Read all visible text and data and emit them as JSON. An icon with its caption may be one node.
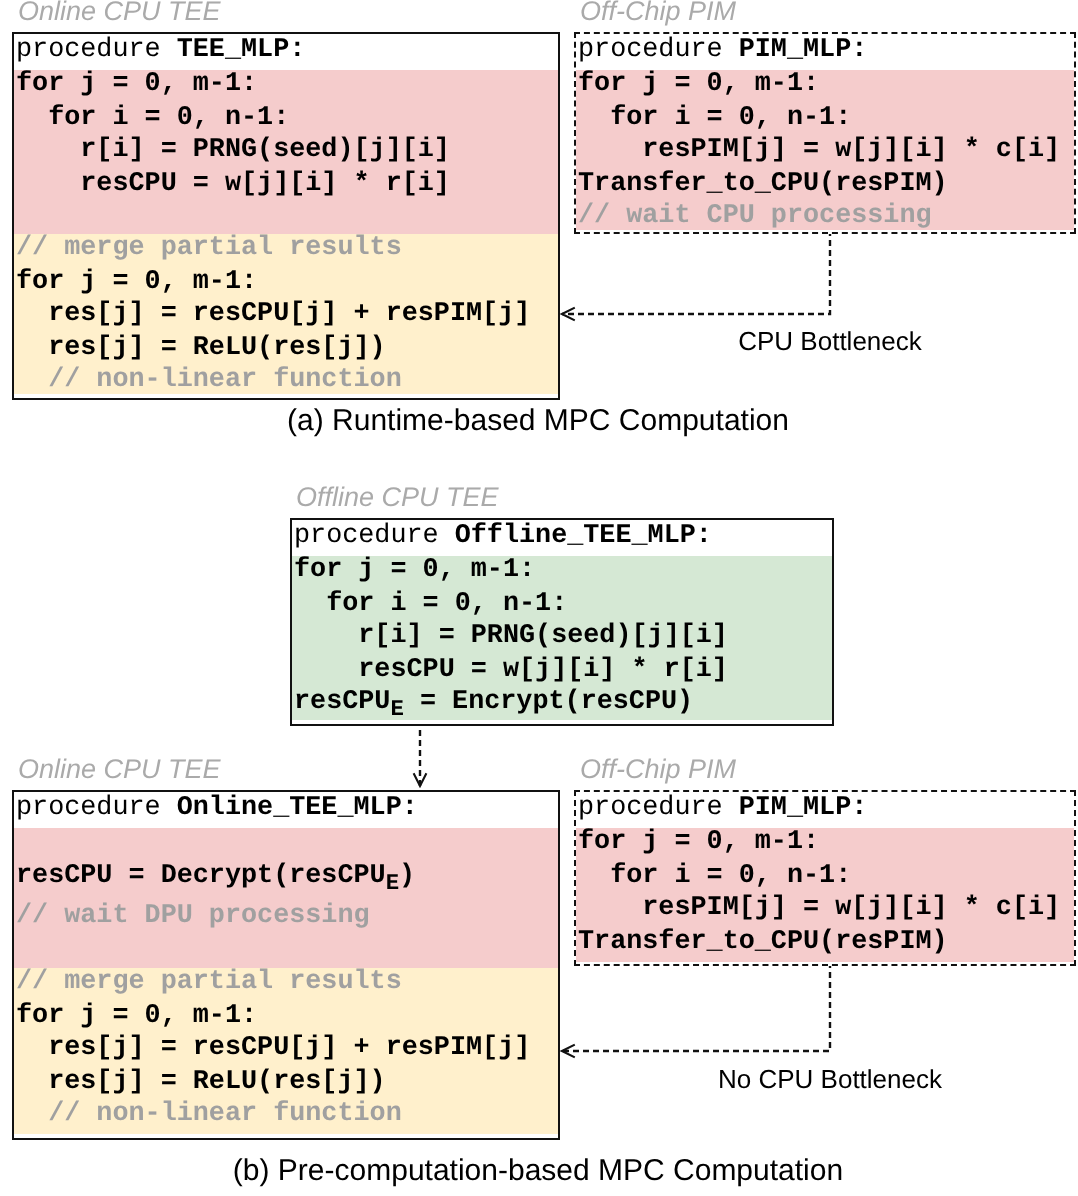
{
  "diagram": {
    "nodes": [
      {
        "text": [
          "Online CPU TEE",
          "procedure **TEE_MLP:**"
        ]
      },
      {
        "text": [
          "for j = 0, m-1:",
          "  for i = 0, n-1:",
          "    r[i] = PRNG(seed)[j][i]",
          "    resCPU = w[j][i] * r[i]"
        ],
        "in": 0
      },
      {
        "text": [
          "// merge partial results",
          "for j = 0, m-1:",
          "  res[j] = resCPU[j] + resPIM[j]",
          "  res[j] = ReLU(res[j])",
          "  // non-linear function"
        ],
        "in": 0
      },
      {
        "text": [
          "Off-Chip PIM",
          "procedure **PIM_MLP:**"
        ]
      },
      {
        "text": [
          "for j = 0, m-1:",
          "  for i = 0, n-1:",
          "    resPIM[j] = w[j][i] * c[i]",
          "Transfer_to_CPU(resPIM)",
          "// wait CPU processing"
        ],
        "in": 3
      },
      {
        "text": [
          "Offline CPU TEE",
          "procedure **Offline_TEE_MLP:**"
        ]
      },
      {
        "text": [
          "for j = 0, m-1:",
          "  for i = 0, n-1:",
          "    r[i] = PRNG(seed)[j][i]",
          "    resCPU = w[j][i] * r[i]",
          "resCPU$_{E}$ = Encrypt(resCPU)"
        ],
        "in": 5
      },
      {
        "text": [
          "Online CPU TEE",
          "procedure **Online_TEE_MLP:**"
        ]
      },
      {
        "text": [
          "resCPU = Decrypt(resCPU$_{E}$)",
          "// wait DPU processing"
        ],
        "in": 7
      },
      {
        "text": [
          "// merge partial results",
          "for j = 0, m-1:",
          "  res[j] = resCPU[j] + resPIM[j]",
          "  res[j] = ReLU(res[j])",
          "  // non-linear function"
        ],
        "in": 7
      },
      {
        "text": [
          "Off-Chip PIM",
          "procedure **PIM_MLP:**"
        ]
      },
      {
        "text": [
          "for j = 0, m-1:",
          "  for i = 0, n-1:",
          "    resPIM[j] = w[j][i] * c[i]",
          "Transfer_to_CPU(resPIM)"
        ],
        "in": 10
      }
    ],
    "edges": [
      {
        "from": 4,
        "to": 2,
        "arrow": "to",
        "label": "CPU Bottleneck",
        "style": "dashed"
      },
      {
        "from": 6,
        "to": 7,
        "arrow": "to",
        "style": "dashed"
      },
      {
        "from": 11,
        "to": 9,
        "arrow": "to",
        "label": "No CPU Bottleneck",
        "style": "dashed"
      }
    ],
    "labels": [
      "(a) Runtime-based MPC Computation",
      "(b) Pre-computation-based MPC Computation"
    ]
  }
}
